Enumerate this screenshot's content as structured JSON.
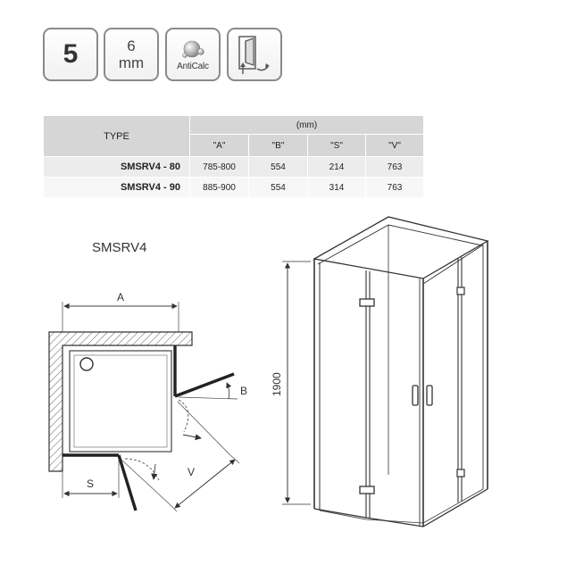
{
  "badges": {
    "thickness_count": "5",
    "glass_value": "6",
    "glass_unit": "mm",
    "coating_label": "AntiCalc"
  },
  "table": {
    "type_header": "TYPE",
    "unit_header": "(mm)",
    "columns": [
      "\"A\"",
      "\"B\"",
      "\"S\"",
      "\"V\""
    ],
    "rows": [
      {
        "model": "SMSRV4 - 80",
        "values": [
          "785-800",
          "554",
          "214",
          "763"
        ]
      },
      {
        "model": "SMSRV4 - 90",
        "values": [
          "885-900",
          "554",
          "314",
          "763"
        ]
      }
    ]
  },
  "model_title": "SMSRV4",
  "diagram": {
    "label_a": "A",
    "label_b": "B",
    "label_s": "S",
    "label_v": "V",
    "height_label": "1900"
  }
}
